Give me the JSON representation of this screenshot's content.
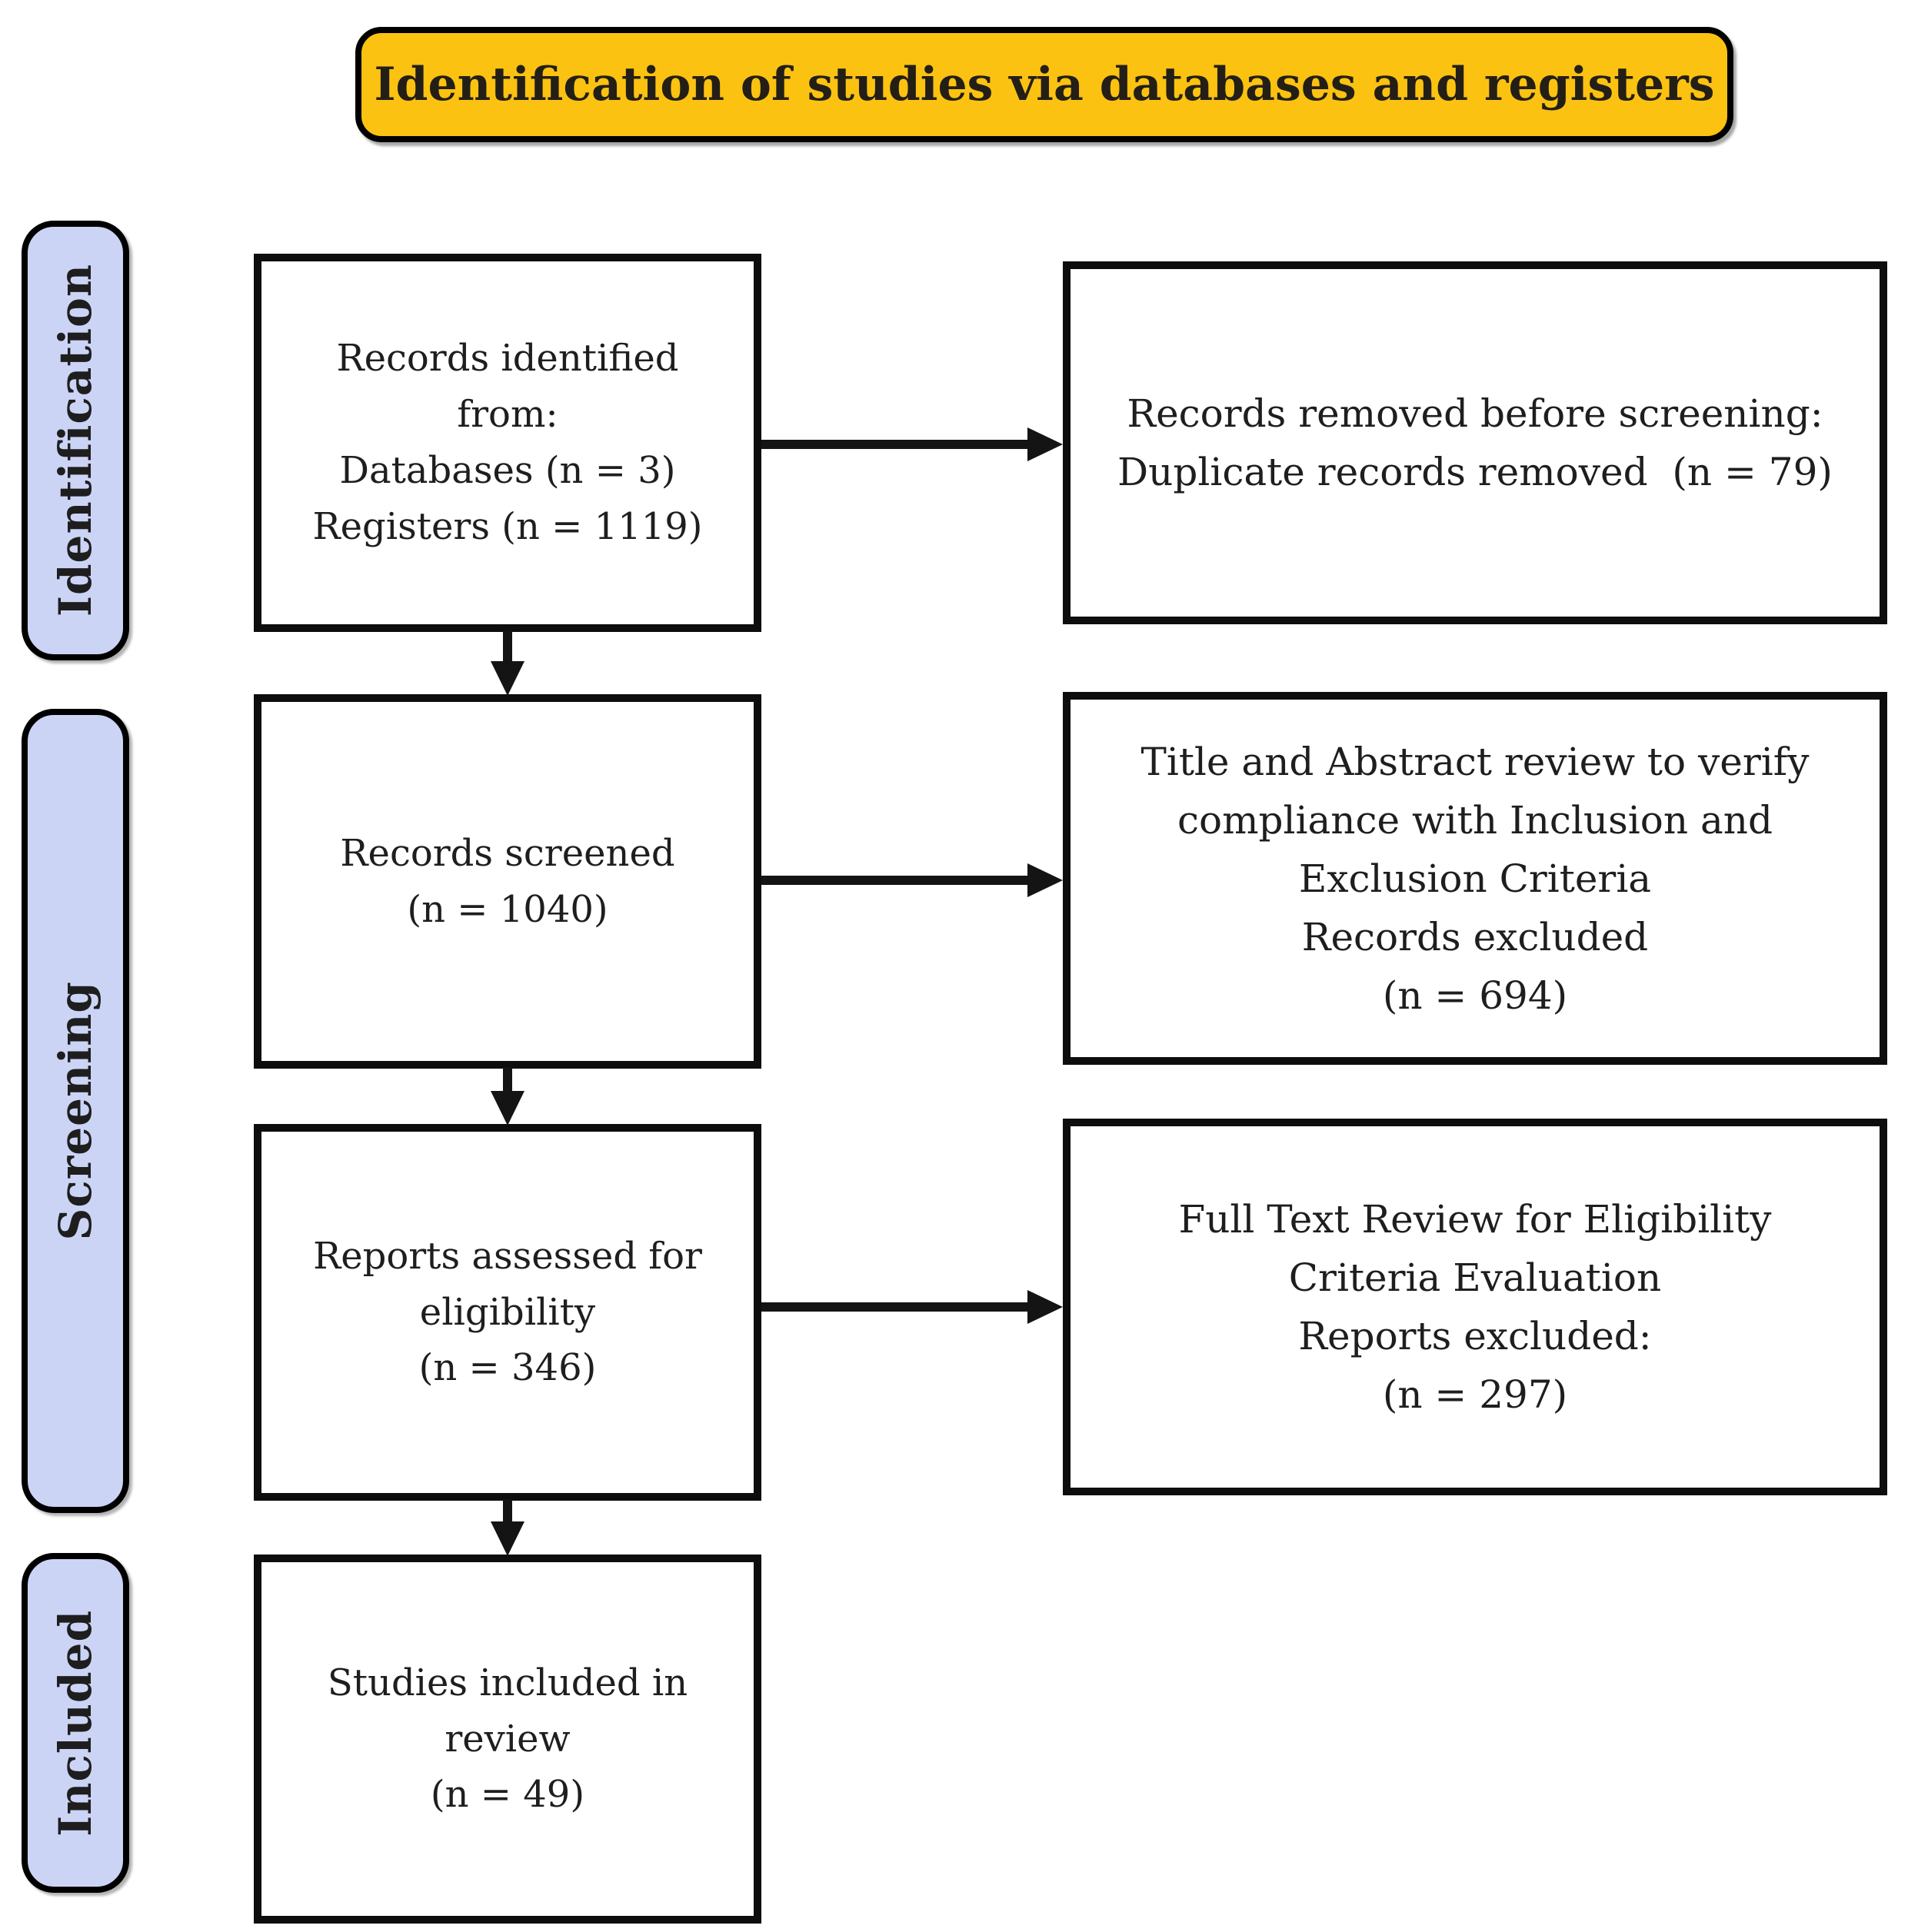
{
  "header": {
    "title": "Identification of studies via databases and registers"
  },
  "sidebar": {
    "stages": [
      {
        "label": "Identification"
      },
      {
        "label": "Screening"
      },
      {
        "label": "Included"
      }
    ]
  },
  "flow": {
    "records_identified": {
      "text": [
        "Records identified",
        "from:",
        "Databases (n = 3)",
        "Registers (n = 1119)"
      ]
    },
    "records_removed": {
      "text": [
        "Records removed before screening:",
        "Duplicate records removed  (n = 79)"
      ]
    },
    "records_screened": {
      "text": [
        "Records screened",
        "(n = 1040)"
      ]
    },
    "title_abstract_review": {
      "text": [
        "Title and Abstract review to verify",
        "compliance with Inclusion and",
        "Exclusion Criteria",
        "Records excluded",
        "(n = 694)"
      ]
    },
    "reports_assessed": {
      "text": [
        "Reports assessed for",
        "eligibility",
        "(n = 346)"
      ]
    },
    "full_text_review": {
      "text": [
        "Full Text Review for Eligibility",
        "Criteria Evaluation",
        "Reports excluded:",
        "(n = 297)"
      ]
    },
    "studies_included": {
      "text": [
        "Studies included in",
        "review",
        "(n = 49)"
      ]
    }
  },
  "colors": {
    "title_fill": "#FCC211",
    "stage_fill": "#CCD4F6",
    "arrow": "#141414",
    "border": "#000000",
    "text": "#1E1E1E"
  }
}
